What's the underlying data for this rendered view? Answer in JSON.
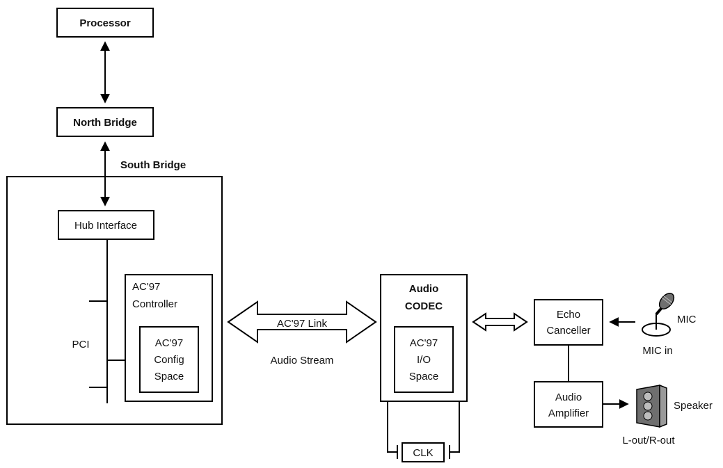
{
  "labels": {
    "processor": "Processor",
    "north_bridge": "North Bridge",
    "south_bridge": "South Bridge",
    "hub_interface": "Hub Interface",
    "pci": "PCI",
    "ac97_controller_1": "AC'97",
    "ac97_controller_2": "Controller",
    "config_1": "AC'97",
    "config_2": "Config",
    "config_3": "Space",
    "ac97_link": "AC'97 Link",
    "audio_stream": "Audio Stream",
    "audio_codec_1": "Audio",
    "audio_codec_2": "CODEC",
    "io_1": "AC'97",
    "io_2": "I/O",
    "io_3": "Space",
    "clk": "CLK",
    "echo_1": "Echo",
    "echo_2": "Canceller",
    "amp_1": "Audio",
    "amp_2": "Amplifier",
    "mic": "MIC",
    "mic_in": "MIC in",
    "speaker": "Speaker",
    "lout_rout": "L-out/R-out"
  },
  "icons": {
    "microphone": "microphone-icon",
    "speaker": "speaker-icon"
  },
  "colors": {
    "stroke": "#000000",
    "fill": "#ffffff",
    "speaker_body": "#6f6f6f",
    "speaker_cone": "#bdbdbd",
    "mic_head": "#6f6f6f"
  }
}
